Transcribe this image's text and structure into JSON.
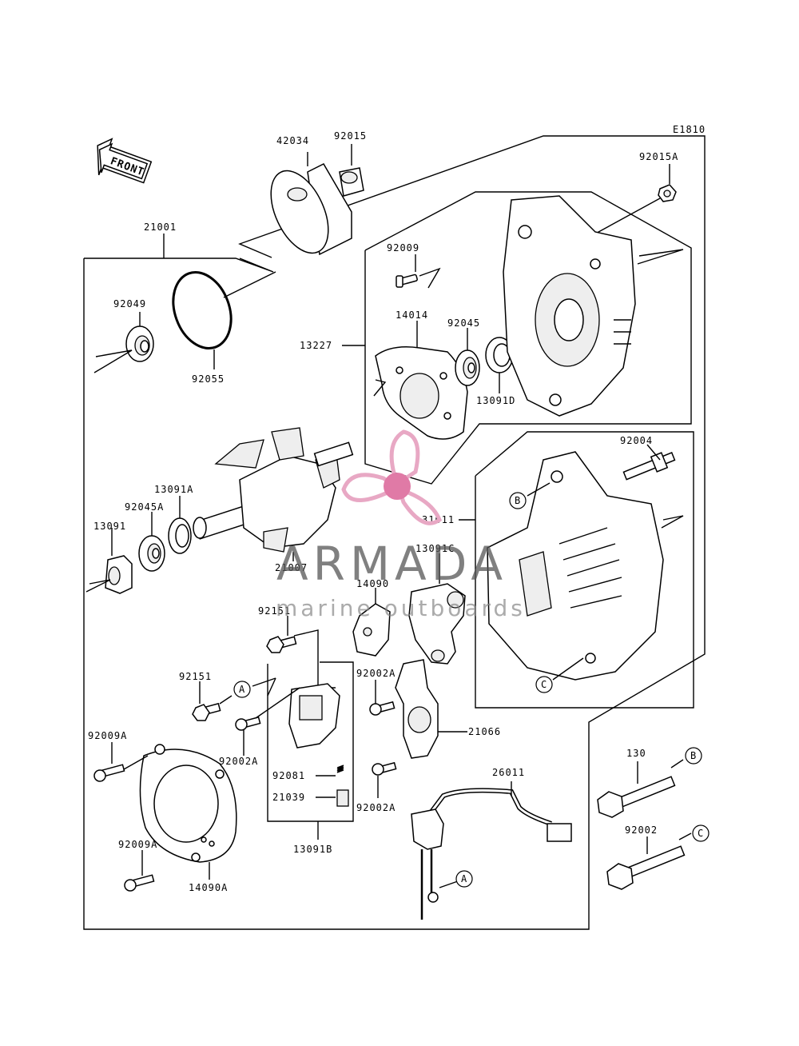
{
  "diagram": {
    "code": "E1810",
    "front_label": "FRONT",
    "parts": {
      "p42034": "42034",
      "p92015": "92015",
      "p92015A": "92015A",
      "p21001": "21001",
      "p92049": "92049",
      "p92055": "92055",
      "p92009": "92009",
      "p14014": "14014",
      "p92045": "92045",
      "p13227": "13227",
      "p13091D": "13091D",
      "p92004": "92004",
      "p31011": "31011",
      "p13091A": "13091A",
      "p92045A": "92045A",
      "p13091": "13091",
      "p21007": "21007",
      "p13091C": "13091C",
      "p14090": "14090",
      "p92151a": "92151",
      "p92151b": "92151",
      "p92002A_a": "92002A",
      "p92002A_b": "92002A",
      "p92002A_c": "92002A",
      "p21066": "21066",
      "p92009A_a": "92009A",
      "p92009A_b": "92009A",
      "p92081": "92081",
      "p21039": "21039",
      "p13091B": "13091B",
      "p26011": "26011",
      "p14090A": "14090A",
      "p130": "130",
      "p92002": "92002"
    },
    "refs": {
      "A": "A",
      "B": "B",
      "C": "C"
    }
  },
  "watermark": {
    "brand": "ARMADA",
    "tagline": "marine outboards",
    "logo_color": "#e8a8c4",
    "logo_center_color": "#e07aa6"
  }
}
